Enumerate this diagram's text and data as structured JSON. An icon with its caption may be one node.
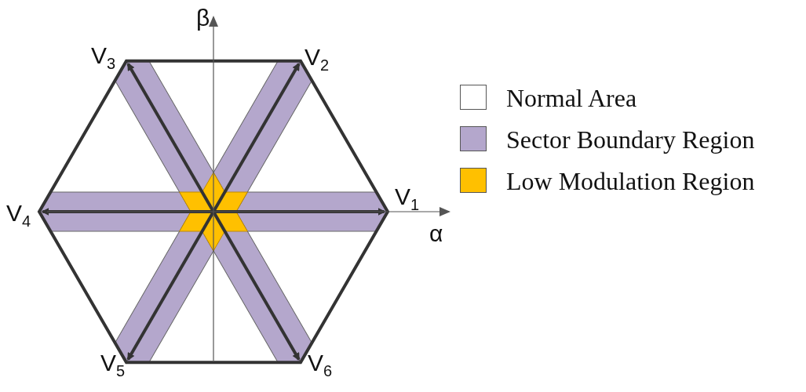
{
  "diagram": {
    "labels": [
      "β",
      "V$_{3}$",
      "V$_{2}$",
      "V$_{4}$",
      "V$_{1}$",
      "α",
      "V$_{5}$",
      "V$_{6}$"
    ],
    "legend": [
      {
        "text": "Normal Area",
        "color": "#ffffff"
      },
      {
        "text": "Sector Boundary Region",
        "color": "#b4a7cc"
      },
      {
        "text": "Low Modulation Region",
        "color": "#ffc000"
      }
    ]
  }
}
